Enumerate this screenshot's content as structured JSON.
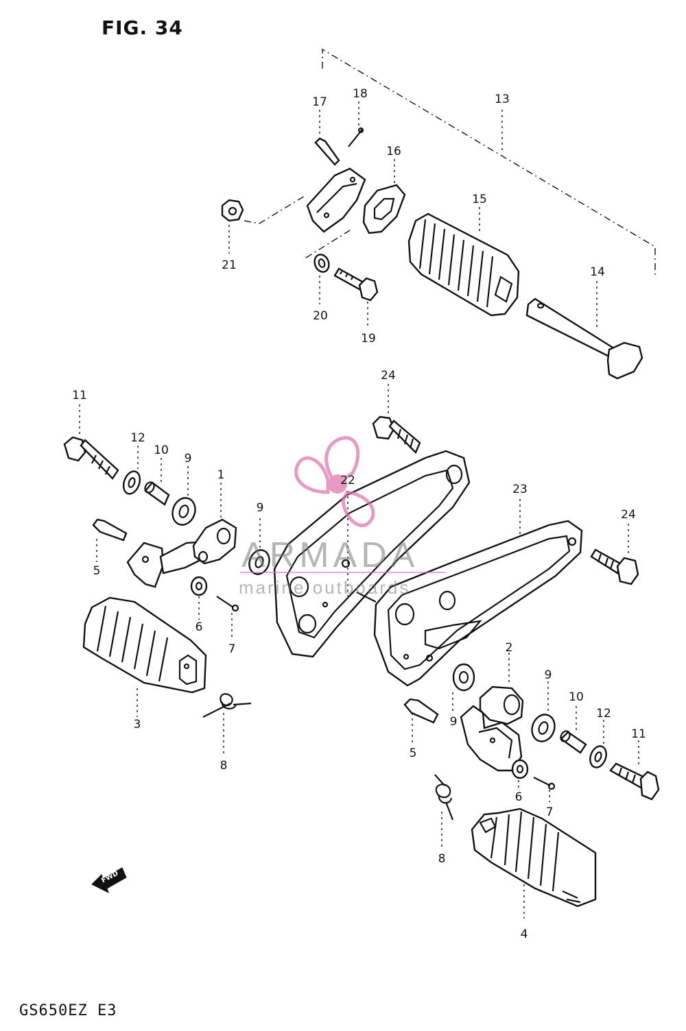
{
  "figure": {
    "title": "FIG. 34",
    "footer": "GS650EZ E3"
  },
  "watermark": {
    "brand": "ARMADA",
    "tagline": "marine outboards",
    "accent_color": "#e070aa"
  },
  "fwd_arrow": {
    "label": "FWD"
  },
  "callouts": {
    "n1": "1",
    "n2": "2",
    "n3": "3",
    "n4": "4",
    "n5a": "5",
    "n5b": "5",
    "n6a": "6",
    "n6b": "6",
    "n7a": "7",
    "n7b": "7",
    "n8a": "8",
    "n8b": "8",
    "n9a": "9",
    "n9b": "9",
    "n9c": "9",
    "n9d": "9",
    "n10a": "10",
    "n10b": "10",
    "n11a": "11",
    "n11b": "11",
    "n12a": "12",
    "n12b": "12",
    "n13": "13",
    "n14": "14",
    "n15": "15",
    "n16": "16",
    "n17": "17",
    "n18": "18",
    "n19": "19",
    "n20": "20",
    "n21": "21",
    "n22": "22",
    "n23": "23",
    "n24a": "24",
    "n24b": "24"
  }
}
